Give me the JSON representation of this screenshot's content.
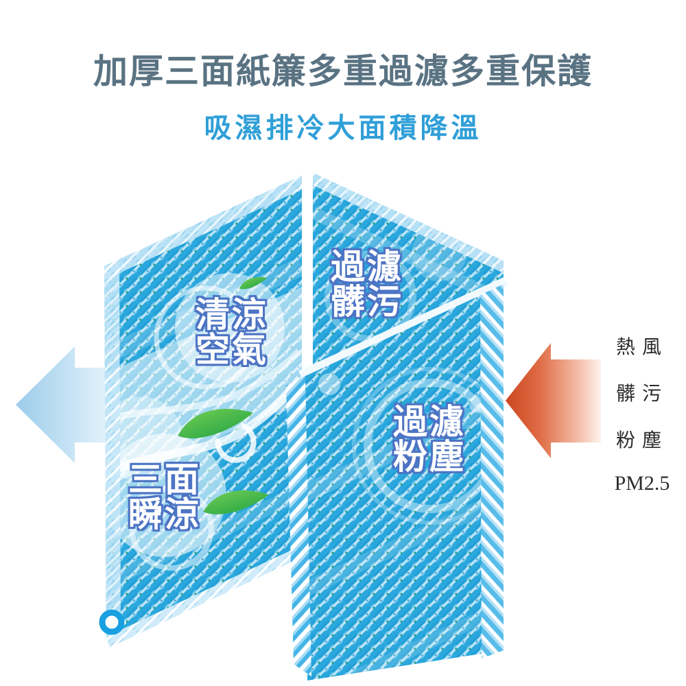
{
  "header": {
    "title": "加厚三面紙簾多重過濾多重保護",
    "subtitle": "吸濕排冷大面積降溫"
  },
  "diagram": {
    "labels": {
      "cool_air": {
        "line1": "清涼",
        "line2": "空氣"
      },
      "filter_dirt": {
        "line1": "過濾",
        "line2": "髒污"
      },
      "filter_dust": {
        "line1": "過濾",
        "line2": "粉塵"
      },
      "three_side_cool": {
        "line1": "三面",
        "line2": "瞬涼"
      }
    },
    "hot_air_items": [
      "熱風",
      "髒污",
      "粉塵",
      "PM2.5"
    ],
    "icons": {
      "cool_air_arrow": "left-arrow-cool",
      "hot_air_arrow": "left-arrow-hot",
      "leaves": "leaf-icon",
      "grommet": "grommet-hole-icon"
    }
  },
  "colors": {
    "title": "#5a7383",
    "subtitle": "#2f9fd8",
    "panel-blue": "#2aa7dc",
    "label-outline": "#4d74c4",
    "arrow-cool-start": "#9cccea",
    "arrow-cool-end": "#eaf6fd",
    "arrow-hot-start": "#cc4723",
    "arrow-hot-end": "#fdf2ed",
    "leaf-green": "#2aa64c",
    "hot-text": "#2b2b2b",
    "grommet-blue": "#18a0e0"
  }
}
